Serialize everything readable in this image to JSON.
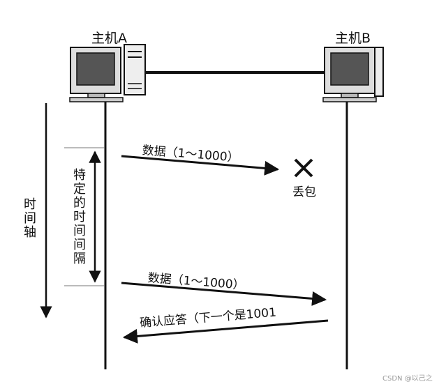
{
  "hosts": {
    "a_label": "主机A",
    "b_label": "主机B"
  },
  "timeline": {
    "axis_label": "时间轴",
    "interval_label": "特定的时间间隔"
  },
  "messages": {
    "first_send": "数据（1～1000）",
    "lost": "丢包",
    "resend": "数据（1～1000）",
    "ack": "确认应答（下一个是1001"
  },
  "watermark": "CSDN @以己之"
}
